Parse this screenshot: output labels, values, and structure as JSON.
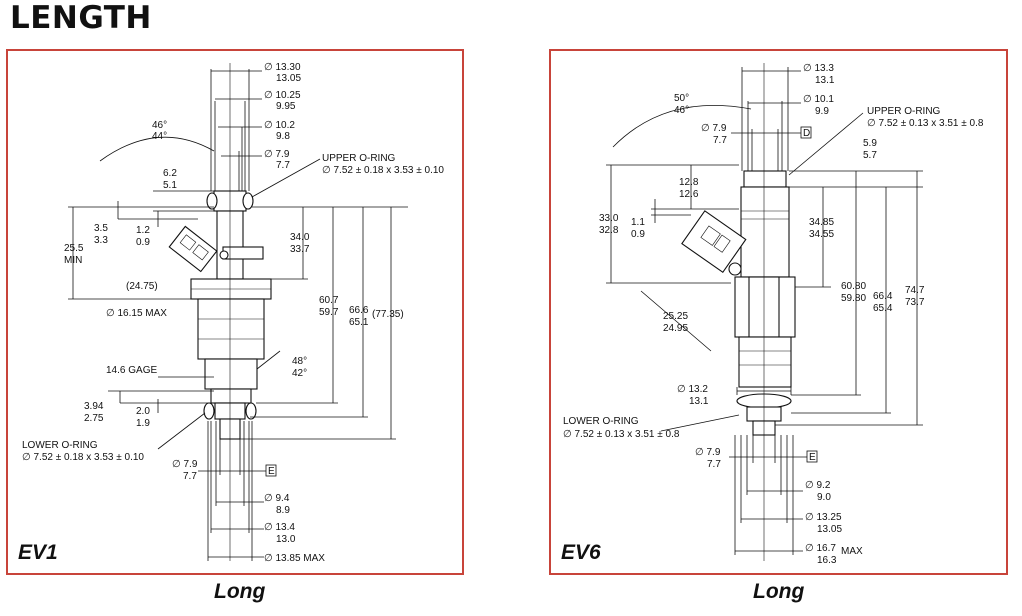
{
  "page_title": "LENGTH",
  "ev1": {
    "model": "EV1",
    "caption": "Long",
    "labels": {
      "d1": "∅ 13.30",
      "d1b": "13.05",
      "d2": "∅ 10.25",
      "d2b": "9.95",
      "d3": "∅ 10.2",
      "d3b": "9.8",
      "d4": "∅ 7.9",
      "d4b": "7.7",
      "upper_oring": "UPPER O-RING",
      "upper_oring_spec": "∅ 7.52 ± 0.18 x 3.53 ± 0.10",
      "ang1": "46°",
      "ang1b": "44°",
      "h1": "6.2",
      "h1b": "5.1",
      "h2": "3.5",
      "h2b": "3.3",
      "h3": "1.2",
      "h3b": "0.9",
      "h4": "25.5",
      "h4b": "MIN",
      "l1": "34.0",
      "l1b": "33.7",
      "ref": "(24.75)",
      "l2": "60.7",
      "l2b": "59.7",
      "l3": "66.6",
      "l3b": "65.1",
      "l4": "(77.35)",
      "dmax": "∅ 16.15 MAX",
      "gage": "14.6 GAGE",
      "ang2": "48°",
      "ang2b": "42°",
      "h5": "3.94",
      "h5b": "2.75",
      "h6": "2.0",
      "h6b": "1.9",
      "lower_oring": "LOWER O-RING",
      "lower_oring_spec": "∅ 7.52 ± 0.18 x 3.53 ± 0.10",
      "d5": "∅ 7.9",
      "d5b": "7.7",
      "tag_e": "E",
      "d6": "∅ 9.4",
      "d6b": "8.9",
      "d7": "∅ 13.4",
      "d7b": "13.0",
      "d8": "∅ 13.85 MAX"
    }
  },
  "ev6": {
    "model": "EV6",
    "caption": "Long",
    "labels": {
      "d1": "∅ 13.3",
      "d1b": "13.1",
      "ang1": "50°",
      "ang1b": "46°",
      "d2": "∅ 10.1",
      "d2b": "9.9",
      "upper_oring": "UPPER O-RING",
      "upper_oring_spec": "∅ 7.52 ± 0.13 x 3.51 ± 0.8",
      "d3": "∅ 7.9",
      "d3b": "7.7",
      "tag_d": "D",
      "h1": "5.9",
      "h1b": "5.7",
      "h2": "12.8",
      "h2b": "12.6",
      "h3": "33.0",
      "h3b": "32.8",
      "h4": "1.1",
      "h4b": "0.9",
      "l1": "34.85",
      "l1b": "34.55",
      "l2": "60.80",
      "l2b": "59.80",
      "l3": "66.4",
      "l3b": "65.4",
      "l4": "74.7",
      "l4b": "73.7",
      "ang2": "25.25",
      "ang2b": "24.95",
      "d4": "∅ 13.2",
      "d4b": "13.1",
      "lower_oring": "LOWER O-RING",
      "lower_oring_spec": "∅ 7.52 ± 0.13 x 3.51 ± 0.8",
      "d5": "∅ 7.9",
      "d5b": "7.7",
      "tag_e": "E",
      "d6": "∅ 9.2",
      "d6b": "9.0",
      "d7": "∅ 13.25",
      "d7b": "13.05",
      "d8": "∅ 16.7",
      "d8c": "MAX",
      "d8b": "16.3"
    }
  }
}
